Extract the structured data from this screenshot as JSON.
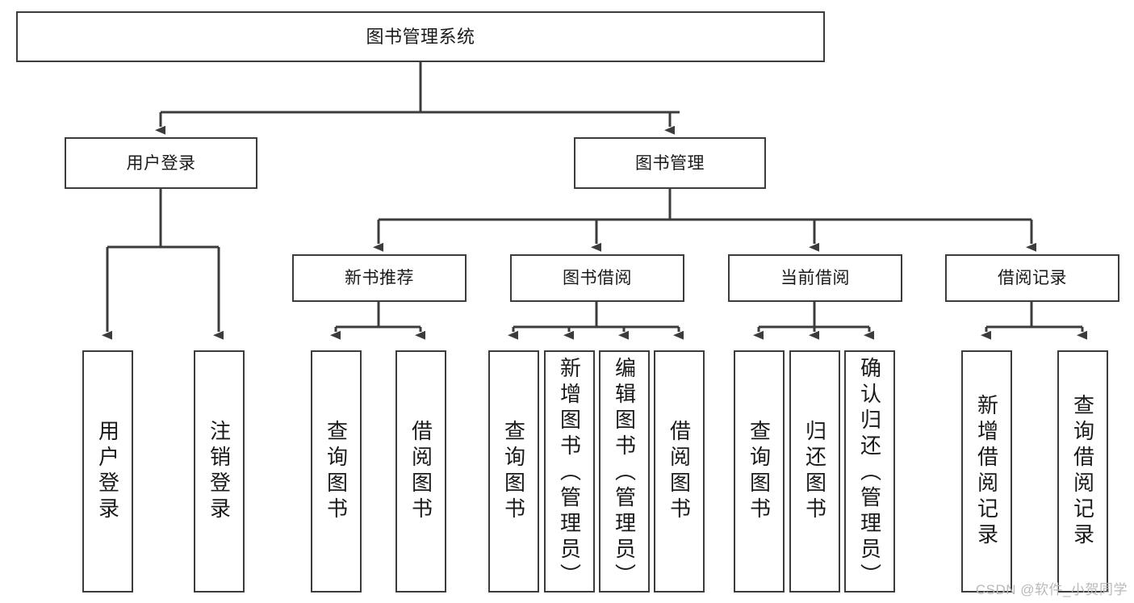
{
  "diagram": {
    "type": "tree-hierarchy",
    "title": "图书管理系统",
    "root": {
      "label": "图书管理系统"
    },
    "level2": [
      {
        "id": "user-login",
        "label": "用户登录"
      },
      {
        "id": "book-management",
        "label": "图书管理"
      }
    ],
    "level3": [
      {
        "id": "new-book-recommend",
        "label": "新书推荐",
        "parent": "book-management"
      },
      {
        "id": "book-borrow",
        "label": "图书借阅",
        "parent": "book-management"
      },
      {
        "id": "current-borrow",
        "label": "当前借阅",
        "parent": "book-management"
      },
      {
        "id": "borrow-record",
        "label": "借阅记录",
        "parent": "book-management"
      }
    ],
    "leaves": {
      "user-login": [
        {
          "id": "leaf-user-login",
          "label": "用户登录"
        },
        {
          "id": "leaf-user-logout",
          "label": "注销登录"
        }
      ],
      "new-book-recommend": [
        {
          "id": "leaf-query-book-1",
          "label": "查询图书"
        },
        {
          "id": "leaf-borrow-book-1",
          "label": "借阅图书"
        }
      ],
      "book-borrow": [
        {
          "id": "leaf-query-book-2",
          "label": "查询图书"
        },
        {
          "id": "leaf-add-book",
          "label": "新增图书（管理员）"
        },
        {
          "id": "leaf-edit-book",
          "label": "编辑图书（管理员）"
        },
        {
          "id": "leaf-borrow-book-2",
          "label": "借阅图书"
        }
      ],
      "current-borrow": [
        {
          "id": "leaf-query-book-3",
          "label": "查询图书"
        },
        {
          "id": "leaf-return-book",
          "label": "归还图书"
        },
        {
          "id": "leaf-confirm-return",
          "label": "确认归还（管理员）"
        }
      ],
      "borrow-record": [
        {
          "id": "leaf-add-borrow-record",
          "label": "新增借阅记录"
        },
        {
          "id": "leaf-query-borrow-record",
          "label": "查询借阅记录"
        }
      ]
    }
  },
  "watermark": {
    "text": "CSDN @软件_小贺同学"
  },
  "colors": {
    "stroke": "#3c3c3c",
    "background": "#ffffff",
    "text": "#1a1a1a",
    "watermark": "#b9b9b9"
  }
}
